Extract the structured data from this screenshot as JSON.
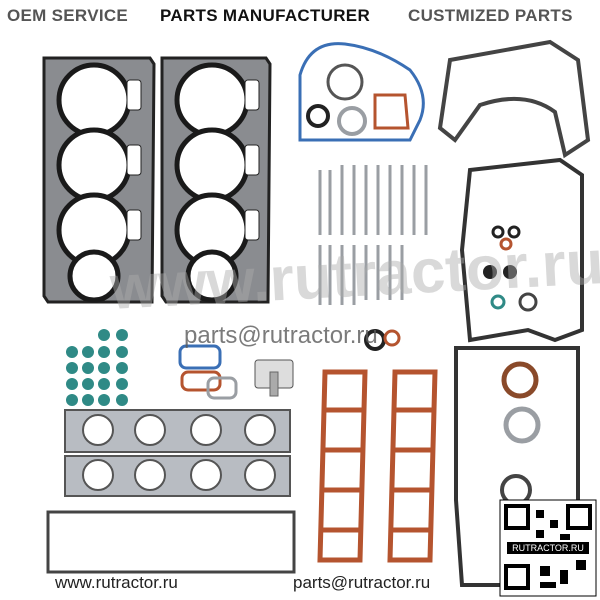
{
  "banner": {
    "left": "OEM SERVICE",
    "middle": "PARTS MANUFACTURER",
    "right": "CUSTMIZED PARTS"
  },
  "watermark": "www.rutractor.ru",
  "email_overlay": "parts@rutractor.ru",
  "footer": {
    "website": "www.rutractor.ru",
    "email": "parts@rutractor.ru"
  },
  "qr_caption": "RUTRACTOR.RU",
  "colors": {
    "gasket_black": "#2a2a2a",
    "gasket_orange": "#b5542f",
    "ring_blue": "#3a6fb5",
    "seal_teal": "#2f8a86",
    "metal_grey": "#9a9ea3"
  }
}
